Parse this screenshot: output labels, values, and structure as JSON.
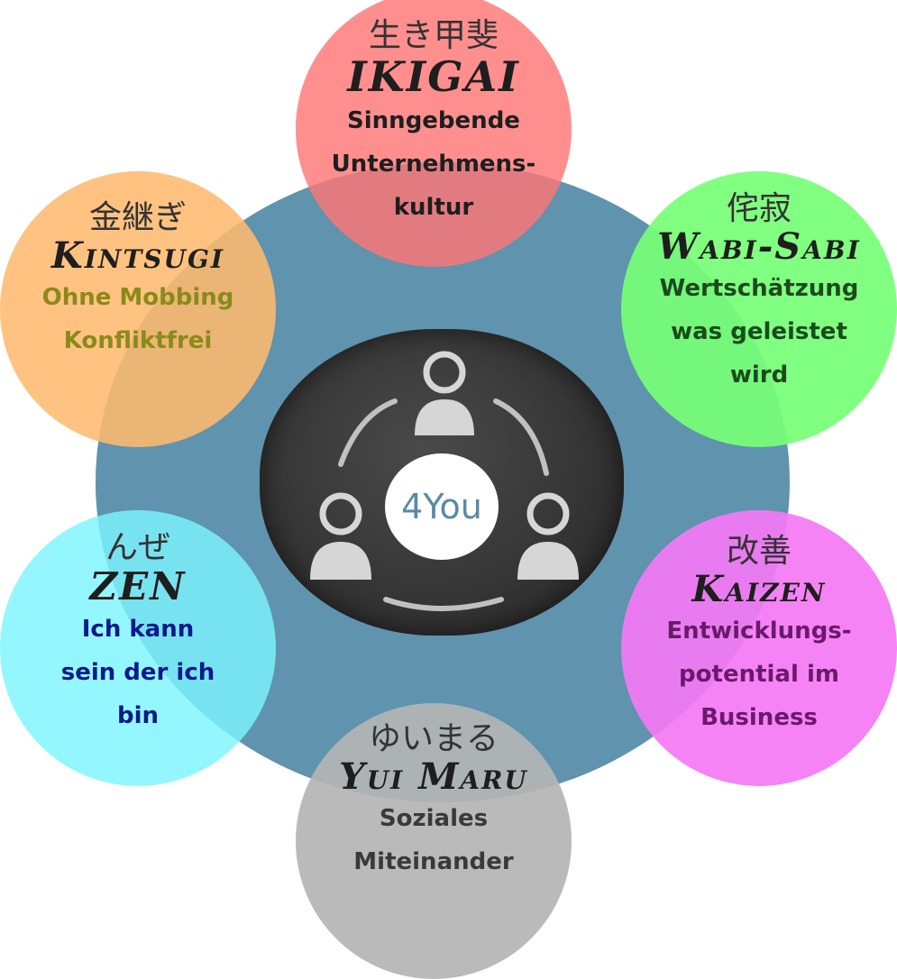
{
  "center": {
    "label": "4You"
  },
  "segments": {
    "ikigai": {
      "kanji": "生き甲斐",
      "name": "IKIGAI",
      "lines": [
        "Sinngebende",
        "Unternehmens-",
        "kultur"
      ],
      "text_color": "#1e1e1e",
      "fill": "#ff7676"
    },
    "kintsugi": {
      "kanji": "金継ぎ",
      "name": "Kintsugi",
      "lines": [
        "Ohne Mobbing",
        "Konfliktfrei"
      ],
      "text_color": "#8a8a1a",
      "fill": "#ffb96e"
    },
    "wabi": {
      "kanji": "侘寂",
      "name": "Wabi-Sabi",
      "lines": [
        "Wertschätzung",
        "was geleistet",
        "wird"
      ],
      "text_color": "#1c4a1c",
      "fill": "#76ff76"
    },
    "zen": {
      "kanji": "んぜ",
      "name": "ZEN",
      "lines": [
        "Ich kann",
        "sein der ich",
        "bin"
      ],
      "text_color": "#0a1a8a",
      "fill": "#7df5ff"
    },
    "kaizen": {
      "kanji": "改善",
      "name": "Kaizen",
      "lines": [
        "Entwicklungs-",
        "potential im",
        "Business"
      ],
      "text_color": "#6a1a6a",
      "fill": "#f578f5"
    },
    "yui": {
      "kanji": "ゆいまる",
      "name": "Yui Maru",
      "lines": [
        "Soziales",
        "Miteinander"
      ],
      "text_color": "#3a3a3a",
      "fill": "#b4b4b4"
    }
  },
  "colors": {
    "hub": "#5f93ae",
    "board": "#363636",
    "center_text": "#5a8aa5"
  },
  "icons": [
    "person-icon",
    "person-icon",
    "person-icon"
  ]
}
